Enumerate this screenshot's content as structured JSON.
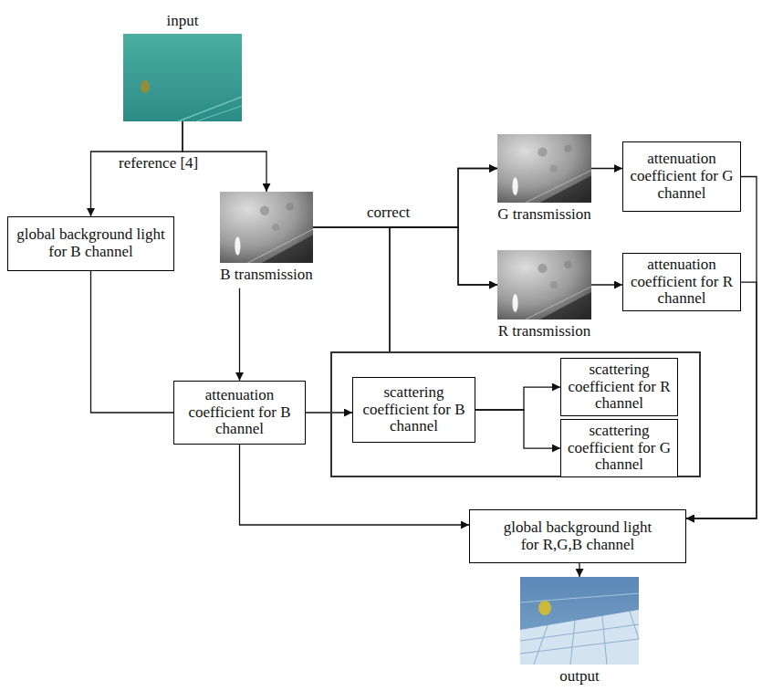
{
  "diagram": {
    "nodes": [
      {
        "text": [
          "input"
        ]
      },
      {
        "text": [
          "global background light for B channel"
        ]
      },
      {
        "text": [
          "B transmission"
        ]
      },
      {
        "text": [
          "G transmission"
        ]
      },
      {
        "text": [
          "attenuation coefficient for G channel"
        ]
      },
      {
        "text": [
          "R transmission"
        ]
      },
      {
        "text": [
          "attenuation coefficient for R channel"
        ]
      },
      {
        "text": [
          "attenuation coefficient for B channel"
        ]
      },
      {
        "text": []
      },
      {
        "text": [
          "scattering coefficient for B channel"
        ],
        "in": 8
      },
      {
        "text": [
          "scattering coefficient for R channel"
        ],
        "in": 8
      },
      {
        "text": [
          "scattering coefficient for G channel"
        ],
        "in": 8
      },
      {
        "text": [
          "global background light for R,G,B channel"
        ]
      },
      {
        "text": [
          "output"
        ]
      }
    ],
    "edges": [
      {
        "from": 0,
        "to": 1,
        "arrow": "to"
      },
      {
        "from": 0,
        "to": 2,
        "arrow": "to"
      },
      {
        "from": 2,
        "to": 3,
        "arrow": "to"
      },
      {
        "from": 2,
        "to": 5,
        "arrow": "to"
      },
      {
        "from": 3,
        "to": 4,
        "arrow": "to"
      },
      {
        "from": 5,
        "to": 6,
        "arrow": "to"
      },
      {
        "from": 4,
        "to": 12,
        "arrow": "to"
      },
      {
        "from": 6,
        "to": 12,
        "arrow": "to"
      },
      {
        "from": 2,
        "to": 7,
        "arrow": "to"
      },
      {
        "from": 1,
        "to": 7,
        "arrow": "none"
      },
      {
        "from": 7,
        "to": 9,
        "arrow": "to"
      },
      {
        "from": 9,
        "to": 10,
        "arrow": "to"
      },
      {
        "from": 9,
        "to": 11,
        "arrow": "to"
      },
      {
        "from": 8,
        "to": 3,
        "arrow": "to"
      },
      {
        "from": 8,
        "to": 5,
        "arrow": "to"
      },
      {
        "from": 7,
        "to": 12,
        "arrow": "to"
      },
      {
        "from": 12,
        "to": 13,
        "arrow": "to"
      }
    ],
    "labels": [
      "reference [4]",
      "correct"
    ]
  }
}
